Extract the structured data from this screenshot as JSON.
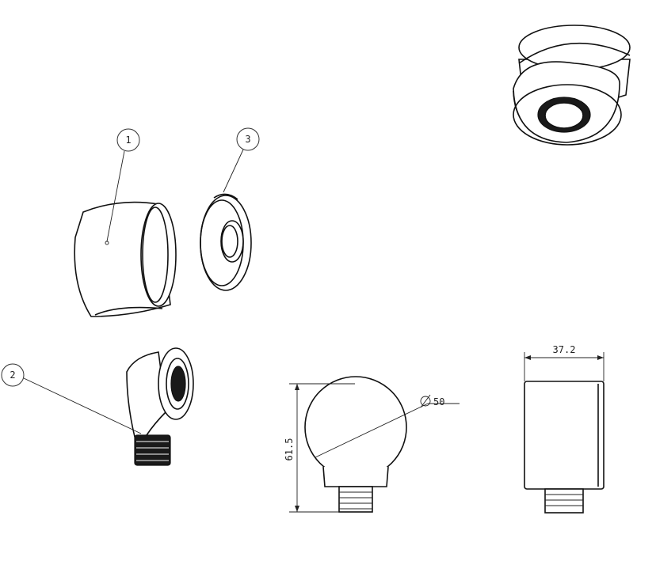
{
  "callouts": [
    {
      "label": "1"
    },
    {
      "label": "2"
    },
    {
      "label": "3"
    }
  ],
  "dimensions": {
    "diameter": "50",
    "height": "61.5",
    "width": "37.2"
  },
  "colors": {
    "line": "#111111",
    "thread_fill": "#1a1a1a",
    "background": "#ffffff"
  }
}
